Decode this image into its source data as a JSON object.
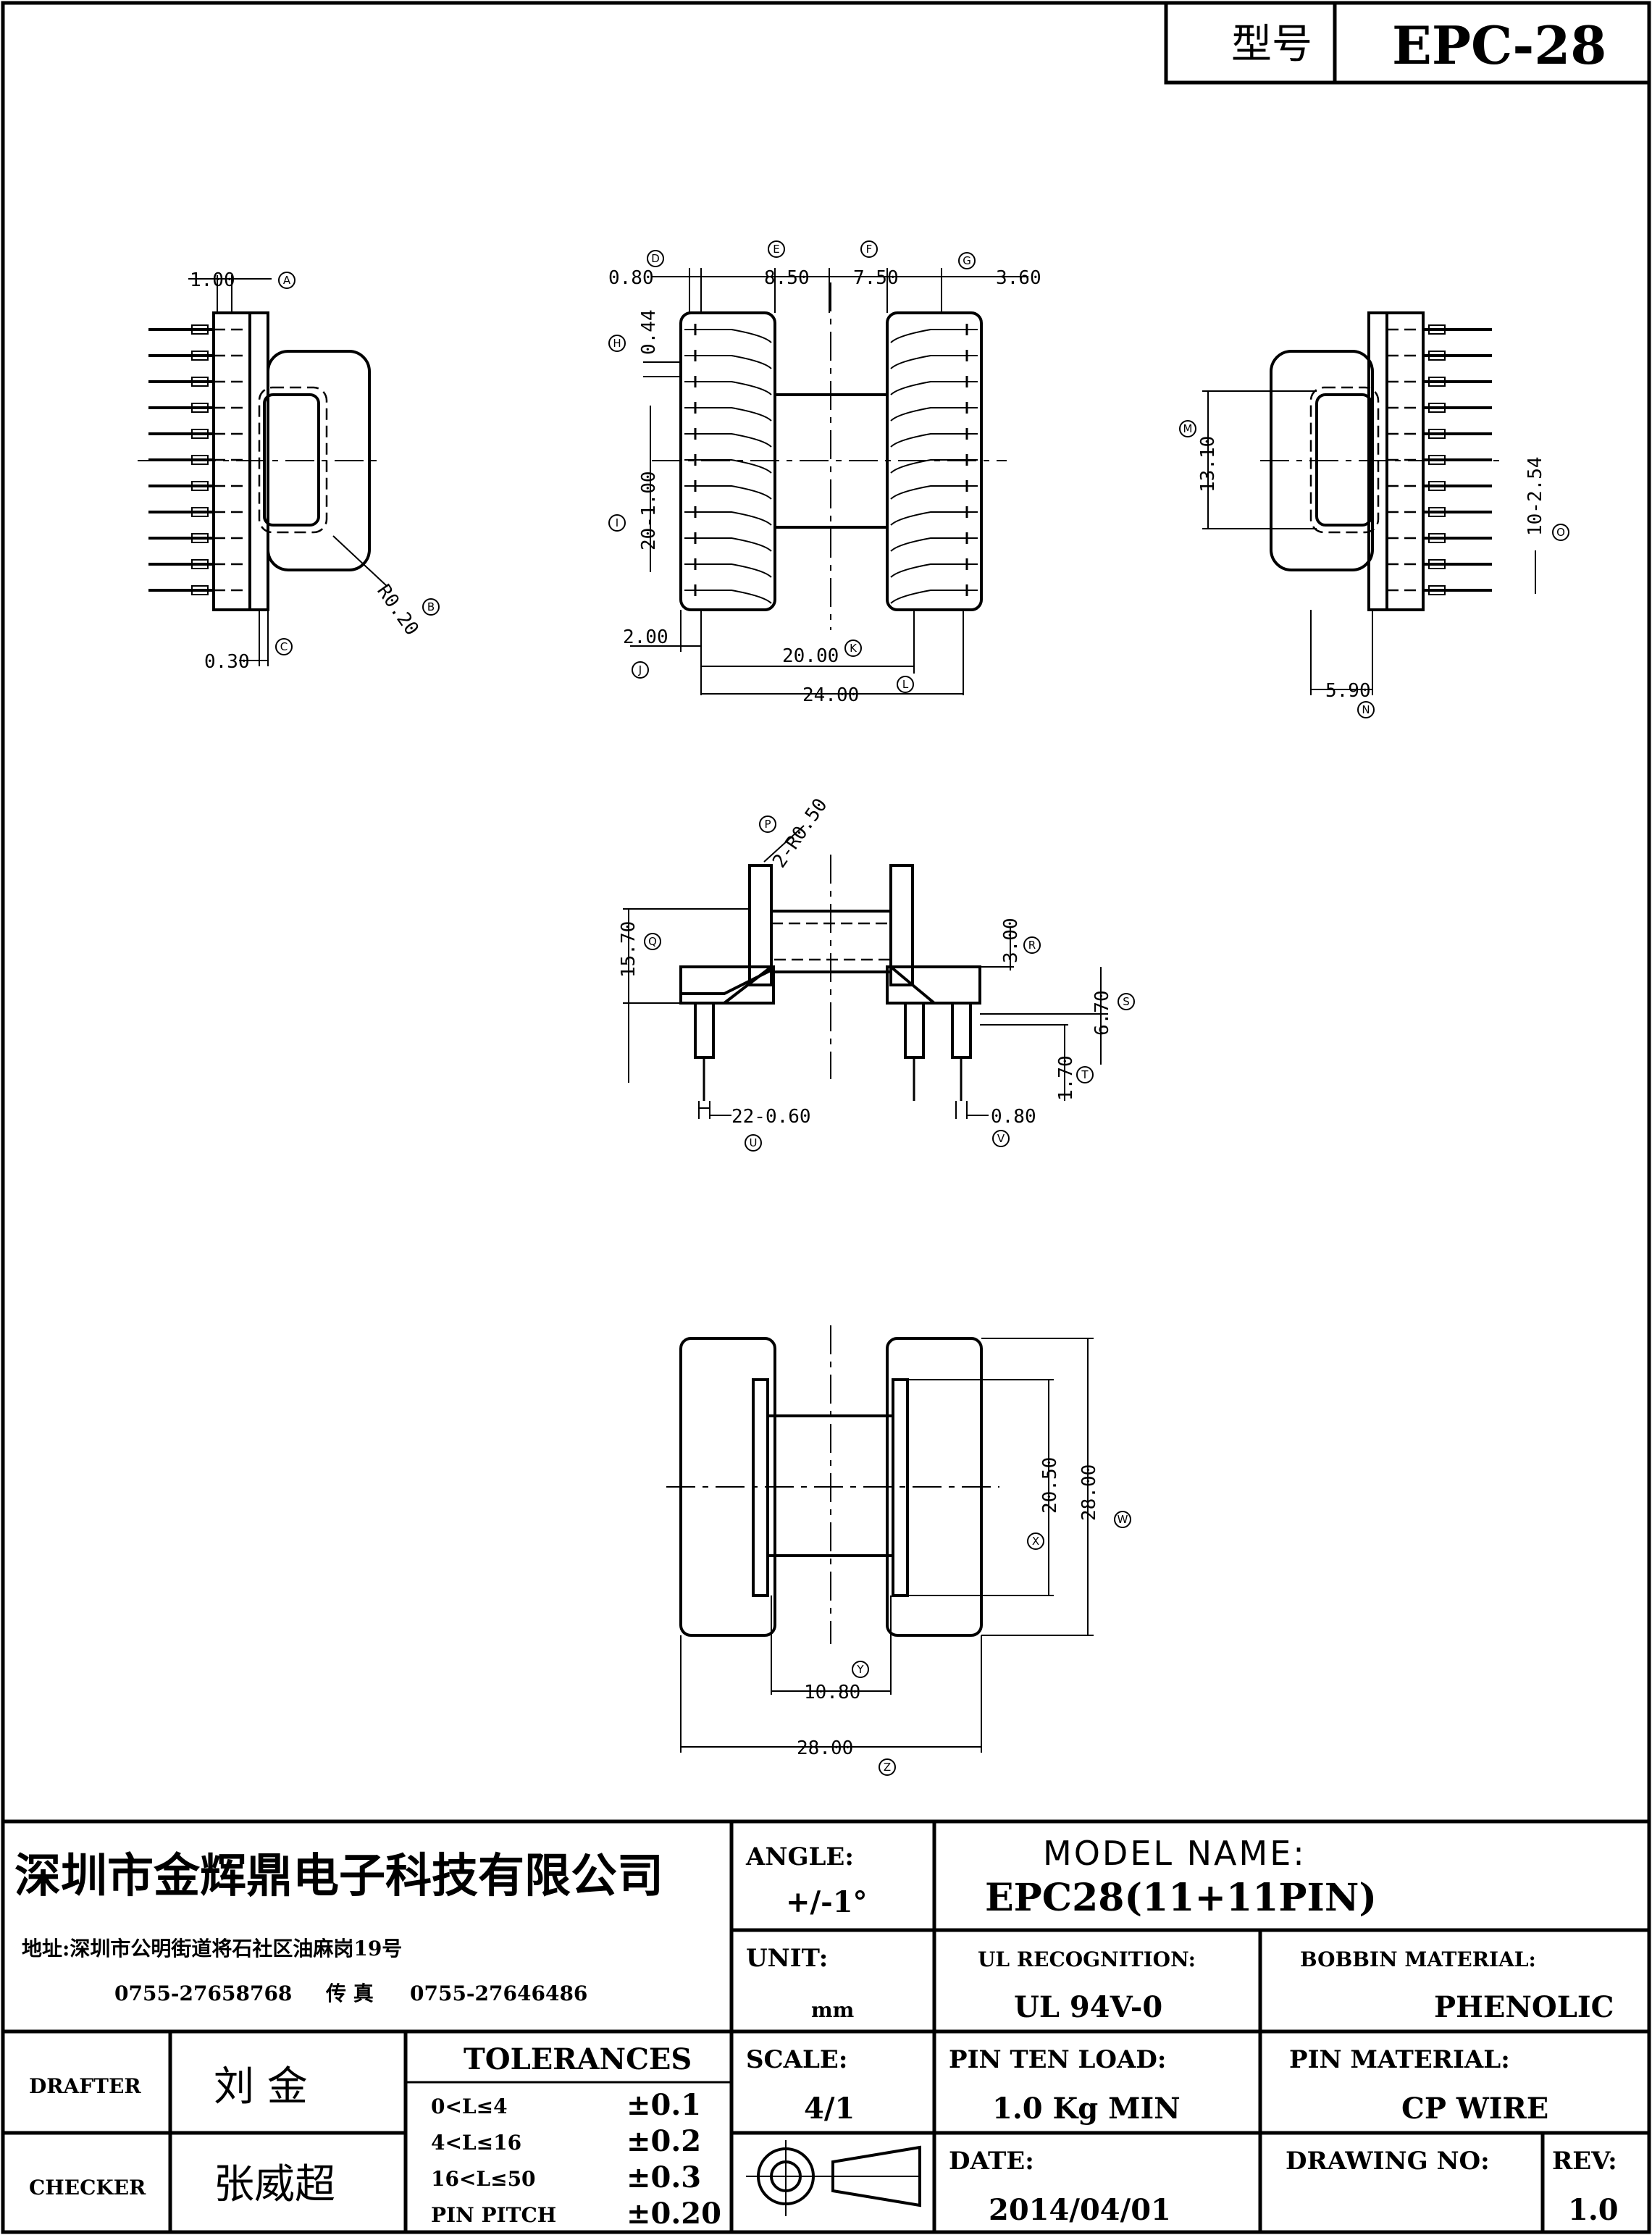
{
  "header": {
    "model_label": "型号",
    "model_value": "EPC-28"
  },
  "dimensions": {
    "A": "1.00",
    "B": "R0.20",
    "C": "0.30",
    "D": "0.80",
    "E": "8.50",
    "F": "7.50",
    "G": "3.60",
    "H": "0.44",
    "I": "20-1.00",
    "J": "2.00",
    "K": "20.00",
    "L": "24.00",
    "M": "13.10",
    "N": "5.90",
    "O": "10-2.54",
    "P": "2-R0.50",
    "Q": "15.70",
    "R": "3.00",
    "S": "6.70",
    "T": "1.70",
    "U": "22-0.60",
    "V": "0.80",
    "W": "28.00",
    "X": "20.50",
    "Y": "10.80",
    "Z": "28.00"
  },
  "markers": [
    "A",
    "B",
    "C",
    "D",
    "E",
    "F",
    "G",
    "H",
    "I",
    "J",
    "K",
    "L",
    "M",
    "N",
    "O",
    "P",
    "Q",
    "R",
    "S",
    "T",
    "U",
    "V",
    "W",
    "X",
    "Y",
    "Z"
  ],
  "title_block": {
    "company": "深圳市金辉鼎电子科技有限公司",
    "address": "地址:深圳市公明街道将石社区油麻岗19号",
    "phone": "0755-27658768",
    "fax_label": "传 真",
    "fax": "0755-27646486",
    "angle_label": "ANGLE:",
    "angle_value": "+/-1°",
    "model_name_label": "MODEL NAME:",
    "model_name_value": "EPC28(11+11PIN)",
    "unit_label": "UNIT:",
    "unit_value": "mm",
    "ul_label": "UL RECOGNITION:",
    "ul_value": "UL 94V-0",
    "bobbin_label": "BOBBIN MATERIAL:",
    "bobbin_value": "PHENOLIC",
    "drafter_label": "DRAFTER",
    "drafter_value": "刘  金",
    "checker_label": "CHECKER",
    "checker_value": "张威超",
    "tolerances_label": "TOLERANCES",
    "tolerances": [
      {
        "range": "0<L≤4",
        "value": "±0.1"
      },
      {
        "range": "4<L≤16",
        "value": "±0.2"
      },
      {
        "range": "16<L≤50",
        "value": "±0.3"
      },
      {
        "range": "PIN PITCH",
        "value": "±0.20"
      }
    ],
    "scale_label": "SCALE:",
    "scale_value": "4/1",
    "pin_load_label": "PIN TEN LOAD:",
    "pin_load_value": "1.0 Kg MIN",
    "pin_material_label": "PIN MATERIAL:",
    "pin_material_value": "CP WIRE",
    "date_label": "DATE:",
    "date_value": "2014/04/01",
    "drawing_no_label": "DRAWING NO:",
    "drawing_no_value": "",
    "rev_label": "REV:",
    "rev_value": "1.0"
  }
}
